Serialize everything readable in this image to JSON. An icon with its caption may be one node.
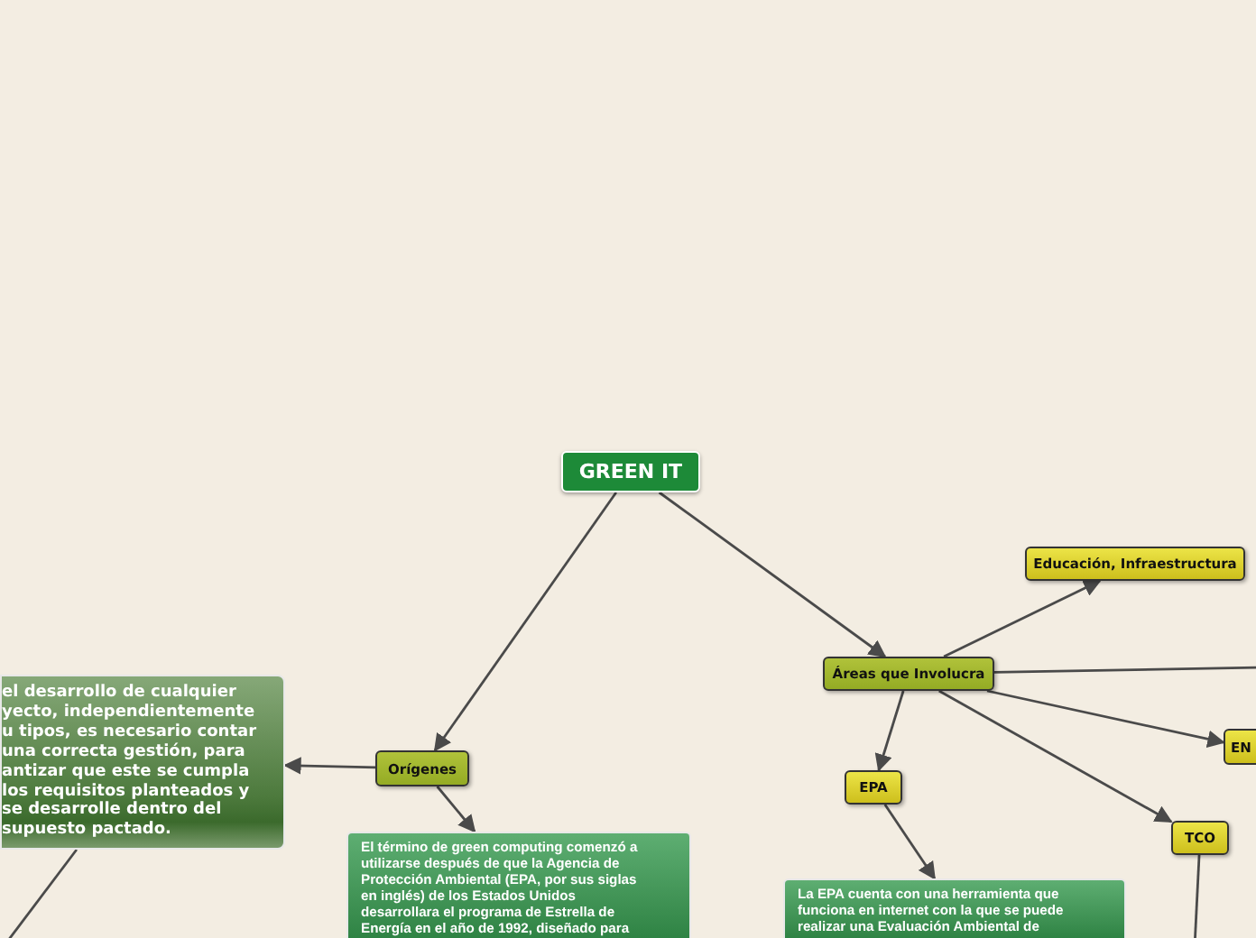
{
  "diagram": {
    "nodes": [
      {
        "text": [
          "GREEN IT"
        ]
      },
      {
        "text": [
          "Orígenes"
        ]
      },
      {
        "text": [
          "el desarrollo de cualquier yecto, independientemente u tipos, es necesario contar una correcta gestión, para antizar que este se cumpla los requisitos planteados y se desarrolle dentro del supuesto pactado."
        ]
      },
      {
        "text": [
          "El término de green computing comenzó a utilizarse después de que la Agencia de Protección Ambiental (EPA, por sus siglas en inglés) de los Estados Unidos desarrollara el programa de Estrella de Energía en el año de 1992, diseñado para"
        ]
      },
      {
        "text": [
          "Áreas que Involucra"
        ]
      },
      {
        "text": [
          "Educación, Infraestructura"
        ]
      },
      {
        "text": [
          "EN"
        ]
      },
      {
        "text": [
          "EPA"
        ]
      },
      {
        "text": [
          "TCO"
        ]
      },
      {
        "text": [
          "La EPA cuenta con una herramienta que funciona en internet con la que se puede realizar una Evaluación Ambiental de"
        ]
      }
    ],
    "edges": [
      {
        "from": 0,
        "to": 1,
        "arrow": "to"
      },
      {
        "from": 0,
        "to": 4,
        "arrow": "to"
      },
      {
        "from": 1,
        "to": 2,
        "arrow": "to"
      },
      {
        "from": 1,
        "to": 3,
        "arrow": "to"
      },
      {
        "from": 2,
        "to": null,
        "arrow": "none"
      },
      {
        "from": 4,
        "to": 5,
        "arrow": "to"
      },
      {
        "from": 4,
        "to": null,
        "arrow": "none"
      },
      {
        "from": 4,
        "to": 6,
        "arrow": "to"
      },
      {
        "from": 4,
        "to": 7,
        "arrow": "to"
      },
      {
        "from": 4,
        "to": 8,
        "arrow": "to"
      },
      {
        "from": 7,
        "to": 9,
        "arrow": "to"
      },
      {
        "from": 8,
        "to": null,
        "arrow": "none"
      }
    ]
  }
}
